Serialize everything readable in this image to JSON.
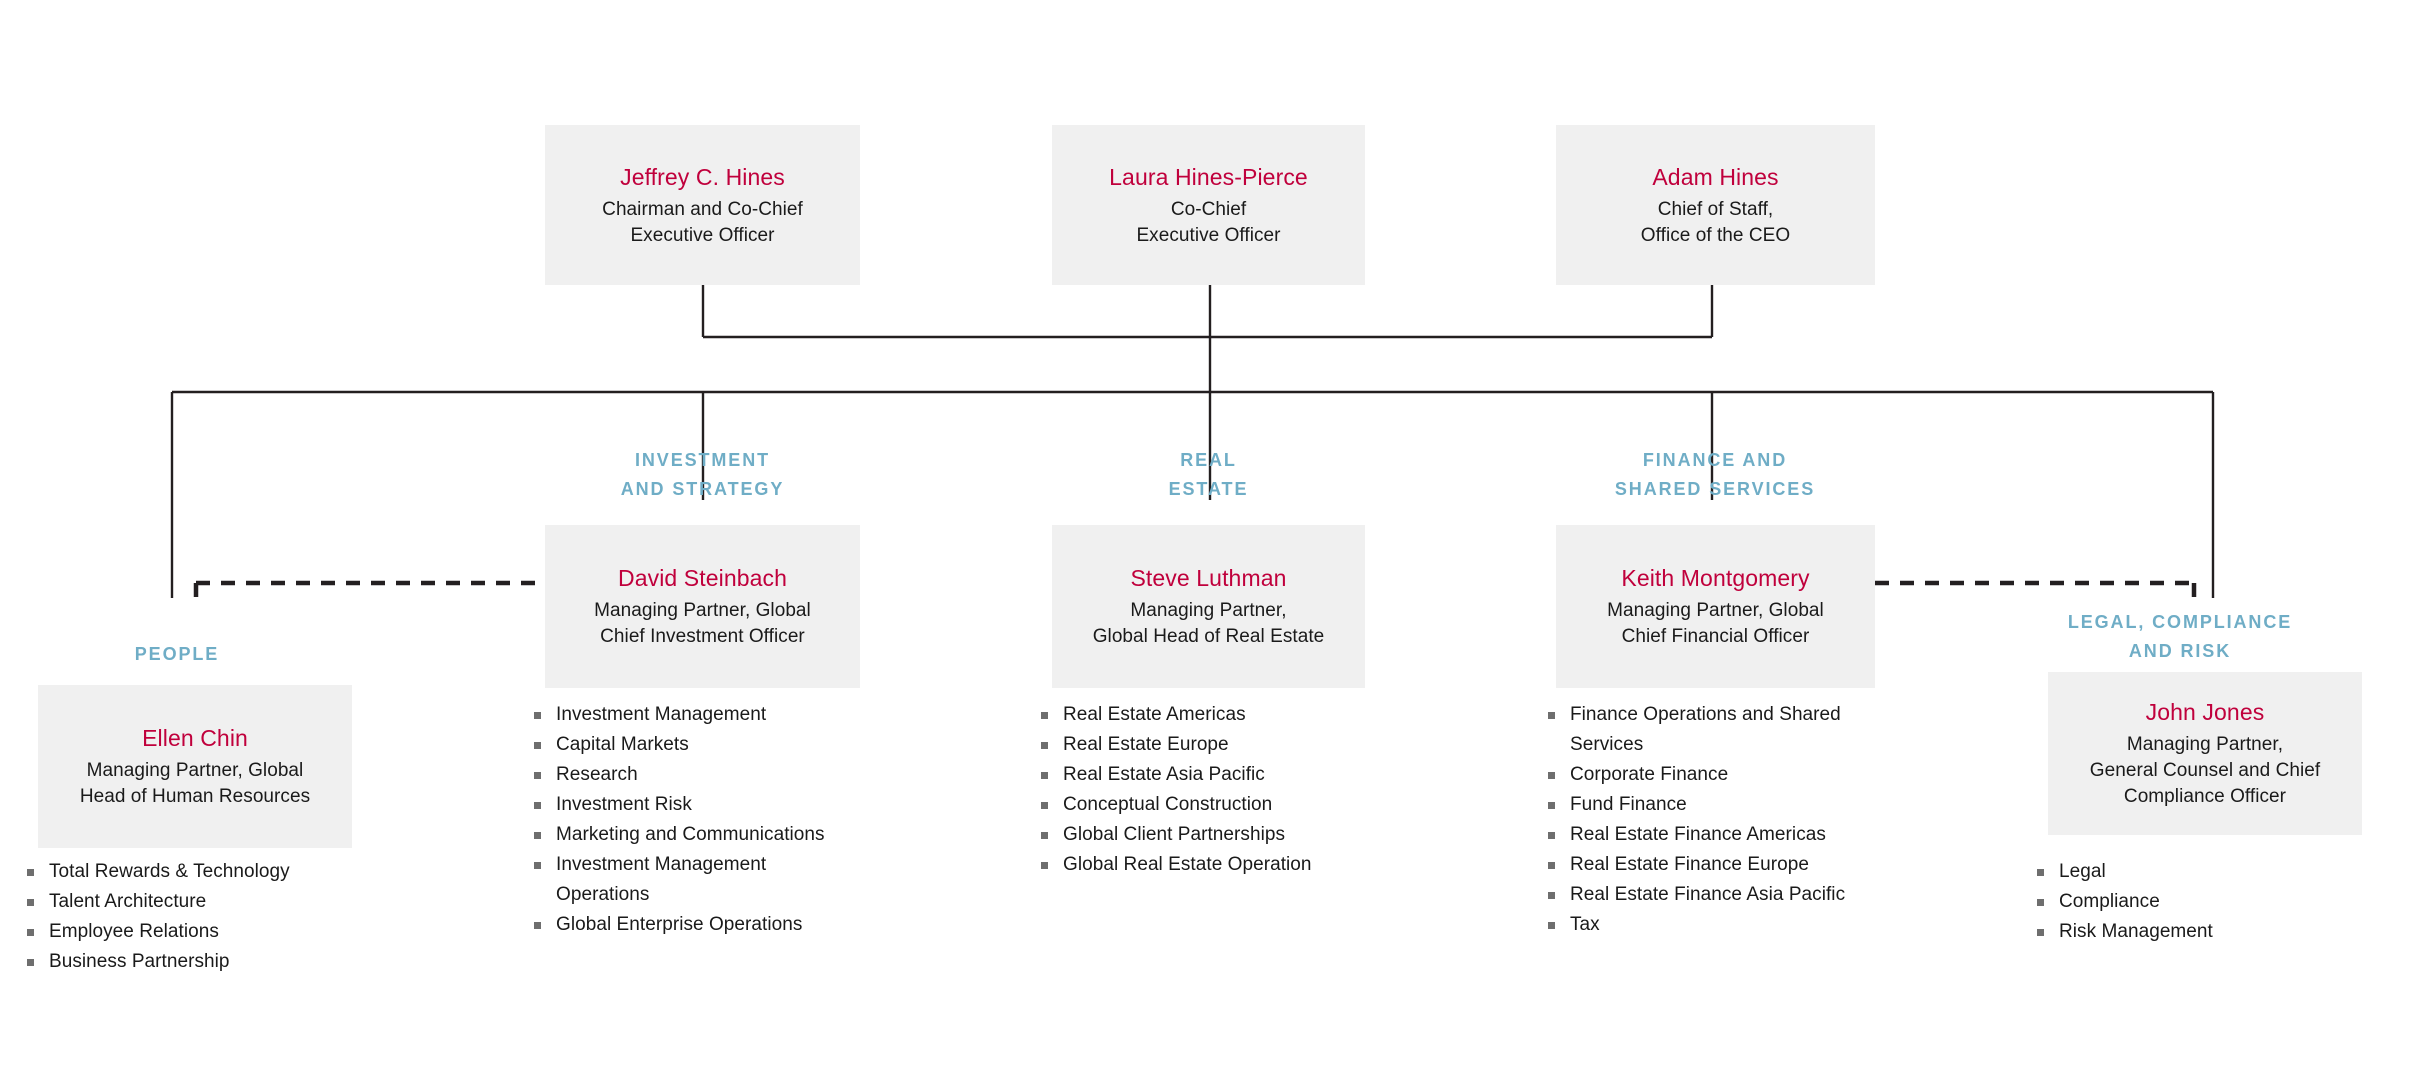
{
  "colors": {
    "name_red": "#c0003c",
    "division_teal": "#6fadc6",
    "card_bg": "#f0f0f0",
    "line": "#231f20",
    "body_text": "#1a1a1a",
    "bullet": "#6e6e6e",
    "page_bg": "#ffffff"
  },
  "executives": [
    {
      "name": "Jeffrey C. Hines",
      "title_line1": "Chairman and Co-Chief",
      "title_line2": "Executive Officer"
    },
    {
      "name": "Laura Hines-Pierce",
      "title_line1": "Co-Chief",
      "title_line2": "Executive Officer"
    },
    {
      "name": "Adam Hines",
      "title_line1": "Chief of Staff,",
      "title_line2": "Office of the CEO"
    }
  ],
  "divisions": {
    "people": {
      "label_line1": "PEOPLE",
      "label_line2": "",
      "leader": {
        "name": "Ellen Chin",
        "title_line1": "Managing Partner, Global",
        "title_line2": "Head of Human Resources",
        "title_line3": ""
      },
      "functions": [
        "Total Rewards & Technology",
        "Talent Architecture",
        "Employee Relations",
        "Business Partnership"
      ]
    },
    "investment": {
      "label_line1": "INVESTMENT",
      "label_line2": "AND STRATEGY",
      "leader": {
        "name": "David Steinbach",
        "title_line1": "Managing Partner, Global",
        "title_line2": "Chief Investment Officer",
        "title_line3": ""
      },
      "functions": [
        "Investment Management",
        "Capital Markets",
        "Research",
        "Investment Risk",
        "Marketing and Communications",
        "Investment Management Operations",
        "Global Enterprise Operations"
      ]
    },
    "realestate": {
      "label_line1": "REAL",
      "label_line2": "ESTATE",
      "leader": {
        "name": "Steve Luthman",
        "title_line1": "Managing Partner,",
        "title_line2": "Global Head of Real Estate",
        "title_line3": ""
      },
      "functions": [
        "Real Estate Americas",
        "Real Estate Europe",
        "Real Estate Asia Pacific",
        "Conceptual Construction",
        "Global Client Partnerships",
        "Global Real Estate Operation"
      ]
    },
    "finance": {
      "label_line1": "FINANCE AND",
      "label_line2": "SHARED SERVICES",
      "leader": {
        "name": "Keith Montgomery",
        "title_line1": "Managing Partner, Global",
        "title_line2": "Chief Financial Officer",
        "title_line3": ""
      },
      "functions": [
        "Finance Operations and Shared Services",
        "Corporate Finance",
        "Fund Finance",
        "Real Estate Finance Americas",
        "Real Estate Finance Europe",
        "Real Estate Finance Asia Pacific",
        "Tax"
      ]
    },
    "legal": {
      "label_line1": "LEGAL, COMPLIANCE",
      "label_line2": "AND RISK",
      "leader": {
        "name": "John Jones",
        "title_line1": "Managing Partner,",
        "title_line2": "General Counsel and Chief",
        "title_line3": "Compliance Officer"
      },
      "functions": [
        "Legal",
        "Compliance",
        "Risk Management"
      ]
    }
  }
}
